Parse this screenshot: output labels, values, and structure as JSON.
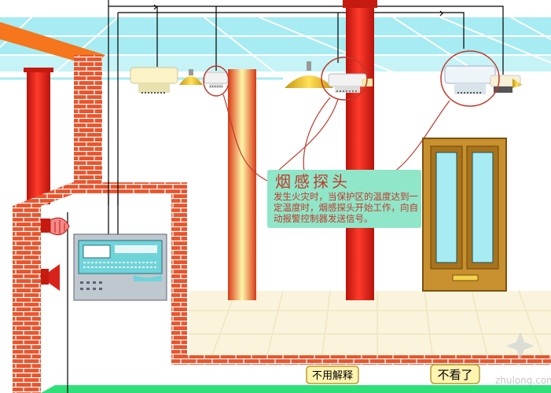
{
  "info_box": {
    "title": "烟感探头",
    "lines": [
      "发生火灾时，当保护区的温度达到一",
      "定温度时，烟感探头开始工作，向自",
      "动报警控制器发送信号。"
    ]
  },
  "buttons": {
    "no_explain": "不用解释",
    "stop_watching": "不看了"
  },
  "watermark": "zhulong.com",
  "colors": {
    "brick": "#e8552d",
    "column_red": "#e62117",
    "glass": "#a6ecf2",
    "floor": "#fbf4dc",
    "panel": "#bfc7cf",
    "info_box": "#8fe6c8",
    "callout": "#c0392b",
    "door": "#c8902e",
    "ground": "#2fe07a"
  }
}
